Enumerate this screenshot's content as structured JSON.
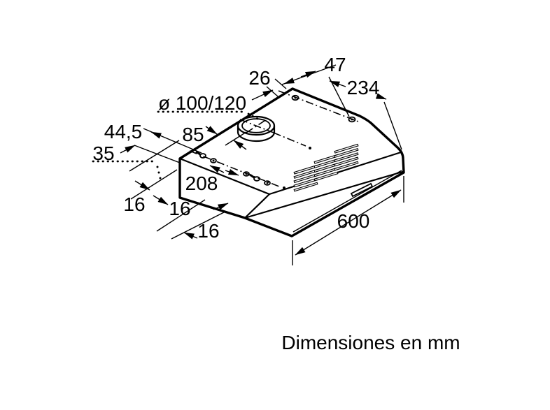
{
  "figure": {
    "caption": "Dimensiones en mm",
    "units": "mm",
    "subject": "Croquis isométrico de campana extractora con cotas de montaje",
    "view": "isometric-line-drawing",
    "ink": "#000000",
    "paper": "#ffffff"
  },
  "dims": {
    "rear_offset": "26",
    "rear_depth": "47",
    "side_to_hole": "234",
    "duct_diameter": "ø 100/120",
    "left_offset_a": "44,5",
    "duct_center": "85",
    "left_offset_b": "35",
    "hole_spacing": "208",
    "edge_a": "16",
    "edge_b": "16",
    "edge_c": "16",
    "width": "600"
  }
}
